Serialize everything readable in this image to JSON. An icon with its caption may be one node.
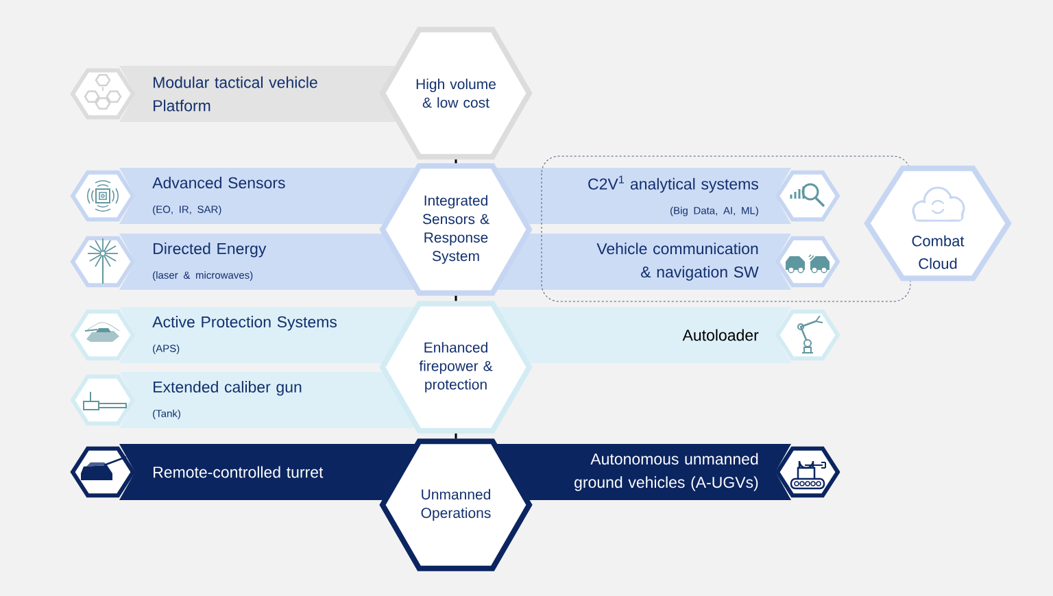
{
  "diagram": {
    "nodes": [
      {
        "text": [
          "High volume & low cost"
        ]
      },
      {
        "text": [
          "Modular tactical vehicle Platform"
        ]
      },
      {
        "text": [
          "Integrated Sensors & Response System"
        ]
      },
      {
        "text": [
          "Advanced Sensors",
          "(EO, IR, SAR)"
        ]
      },
      {
        "text": [
          "C2V$^{1}$ analytical systems",
          "(Big Data, AI, ML)"
        ]
      },
      {
        "text": [
          "Combat Cloud"
        ]
      },
      {
        "text": [
          "Directed Energy",
          "(laser & microwaves)"
        ]
      },
      {
        "text": [
          "Vehicle communication & navigation SW"
        ]
      },
      {
        "text": [
          "Enhanced firepower & protection"
        ]
      },
      {
        "text": [
          "Active Protection Systems",
          "(APS)"
        ]
      },
      {
        "text": [
          "Autoloader"
        ]
      },
      {
        "text": [
          "Extended caliber gun",
          "(Tank)"
        ]
      },
      {
        "text": [
          "Unmanned Operations"
        ]
      },
      {
        "text": [
          "Remote-controlled turret"
        ]
      },
      {
        "text": [
          "Autonomous unmanned ground vehicles (A-UGVs)"
        ]
      }
    ],
    "edges": [
      {
        "from": 0,
        "to": 2,
        "arrow": "none"
      },
      {
        "from": 2,
        "to": 8,
        "arrow": "none"
      },
      {
        "from": 8,
        "to": 12,
        "arrow": "none"
      }
    ]
  }
}
